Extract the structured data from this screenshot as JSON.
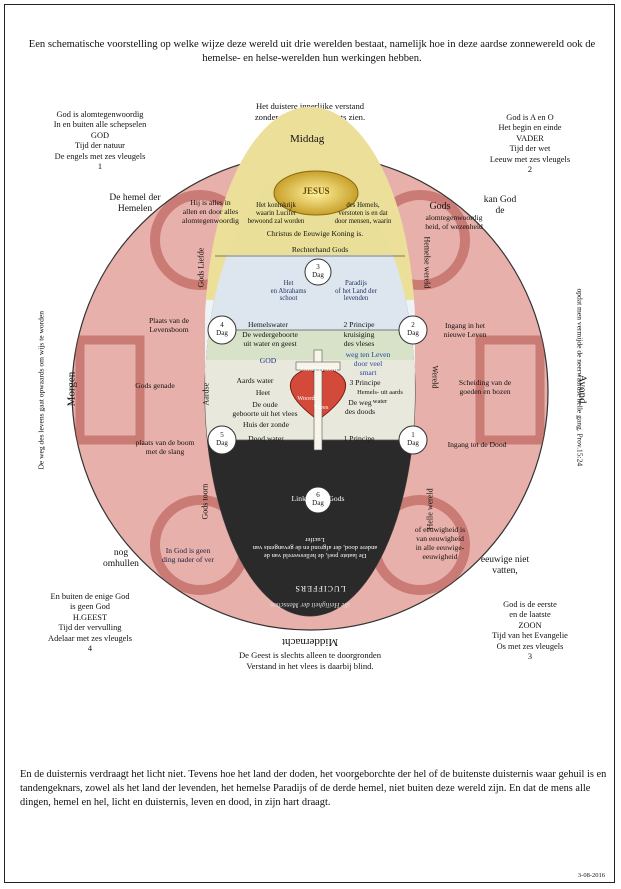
{
  "intro": "Een schematische voorstelling op welke wijze deze wereld uit drie werelden bestaat, namelijk hoe in deze aardse zonnewereld ook de hemelse- en helse-werelden hun werkingen hebben.",
  "top_center": [
    "Het duistere innerlijke verstand",
    "zonder Gods licht zal niets zien."
  ],
  "bottom_center": [
    "De Geest is slechts alleen te doorgronden",
    "Verstand in het vlees is daarbij blind."
  ],
  "corners": {
    "tl": [
      "God is alomtegenwoordig",
      "In en buiten alle schepselen",
      "GOD",
      "Tijd der natuur",
      "De engels met zes vleugels",
      "1"
    ],
    "tr": [
      "God is A en O",
      "Het begin en einde",
      "VADER",
      "Tijd der wet",
      "Leeuw met zes vleugels",
      "2"
    ],
    "bl": [
      "En buiten de enige God",
      "is geen God",
      "H.GEEST",
      "Tijd der vervulling",
      "Adelaar met zes vleugels",
      "4"
    ],
    "br": [
      "God is de eerste",
      "en de laatste",
      "ZOON",
      "Tijd van het Evangelie",
      "Os met zes vleugels",
      "3"
    ]
  },
  "compass": {
    "north": "Middag",
    "south": "Middernacht",
    "east": "Avond",
    "west": "Morgen"
  },
  "outer": {
    "hemel_der_hemelen": [
      "De hemel der",
      "Hemelen"
    ],
    "gods": "Gods",
    "kan_god": [
      "kan God",
      "de"
    ],
    "nog_omhullen": [
      "nog",
      "omhullen"
    ],
    "eeuwige_niet": [
      "eeuwige niet",
      "vatten,"
    ],
    "left_vertical": "De weg des levens gaat opwaards om wijs te worden",
    "right_vertical": "opdat men vermijde de neerwaardse helle gang. Prov.15:24"
  },
  "ring": {
    "tl": [
      "Hij is alles in",
      "allen en door alles",
      "alomtegenwoordig"
    ],
    "top": [
      "Het koninkrijk",
      "waarin Lucifer",
      "bewoond zal worden"
    ],
    "tr": [
      "des Hemels,",
      "verstoten is en dat",
      "door mensen, waarin"
    ],
    "tr2": [
      "alomtegenwoordig",
      "heid, of wezenheid"
    ],
    "christus": "Christus de Eeuwige Koning is.",
    "bl": [
      "In God is geen",
      "ding nader of ver"
    ],
    "br": [
      "of eeuwigheid is",
      "van eeuwigheid",
      "in alle eeuwige-",
      "eeuwigheid"
    ],
    "gods_liefde": "Gods Liefde",
    "hemelse_wereld": "Hemelse wereld",
    "gods_toorn": "Gods toorn",
    "helle_wereld": "Helle wereld",
    "left_ring": "Aardse",
    "right_ring": "Wereld"
  },
  "inner": {
    "jesus": "JESUS",
    "rechterhand": "Rechterhand Gods",
    "linkerhand": "Linkerhand Gods",
    "dag3": [
      "3",
      "Dag"
    ],
    "dag4": [
      "4",
      "Dag"
    ],
    "dag2": [
      "2",
      "Dag"
    ],
    "dag5": [
      "5",
      "Dag"
    ],
    "dag1": [
      "1",
      "Dag"
    ],
    "dag6": [
      "6",
      "Dag"
    ],
    "abraham": [
      "Het",
      "en Abrahams",
      "schoot"
    ],
    "paradijs": [
      "Paradijs",
      "of het Land der",
      "levenden"
    ],
    "hemelswater": "Hemelswater",
    "principe2": "2 Principe",
    "wedergeboorte": [
      "De wedergeboorte",
      "uit water en geest"
    ],
    "kruisiging": [
      "kruisiging",
      "des vleses"
    ],
    "god": "GOD",
    "weg_ten_leven": [
      "weg ten Leven",
      "door veel",
      "smart"
    ],
    "god_persoon": "God Persoon",
    "woord": "Woord",
    "vlees": "Vlees",
    "aards_water": "Aards water",
    "heet": "Heet",
    "principe3": "3 Principe",
    "hemels_aards": "Hemels- uit aards water",
    "oude_geboorte": [
      "De oude",
      "geboorte uit het vlees"
    ],
    "huis_zonde": "Huis der zonde",
    "weg_doods": [
      "De weg",
      "des doods"
    ],
    "doodwater": "Dood water",
    "principe1": "1 Principe",
    "dood_text": [
      "De laatste poel, de helleswereld van de",
      "andere dood, der afgrond en de gevangenis van",
      "Lucifer"
    ],
    "luciffers": "LUCIFFERS",
    "heilige": "die Heiligheit der Menschen"
  },
  "side": {
    "plaats_levensboom": [
      "Plaats van de",
      "Levensboom"
    ],
    "gods_genade": "Gods genade",
    "plaats_slang": [
      "plaats van de boom",
      "met de slang"
    ],
    "ingang_leven": [
      "Ingang in het",
      "nieuwe Leven"
    ],
    "scheiding": [
      "Scheiding van de",
      "goeden en bozen"
    ],
    "ingang_dood": "Ingang tot de Dood"
  },
  "outro": "En de duisternis verdraagt het licht niet. Tevens hoe het land der doden, het voorgeborchte der hel of de buitenste duisternis waar gehuil is en tandengeknars, zowel als het land der levenden, het hemelse Paradijs of de derde hemel, niet buiten deze wereld zijn. En dat de mens alle dingen, hemel en hel, licht en duisternis, leven en dood, in zijn hart draagt.",
  "date": "3-08-2016"
}
